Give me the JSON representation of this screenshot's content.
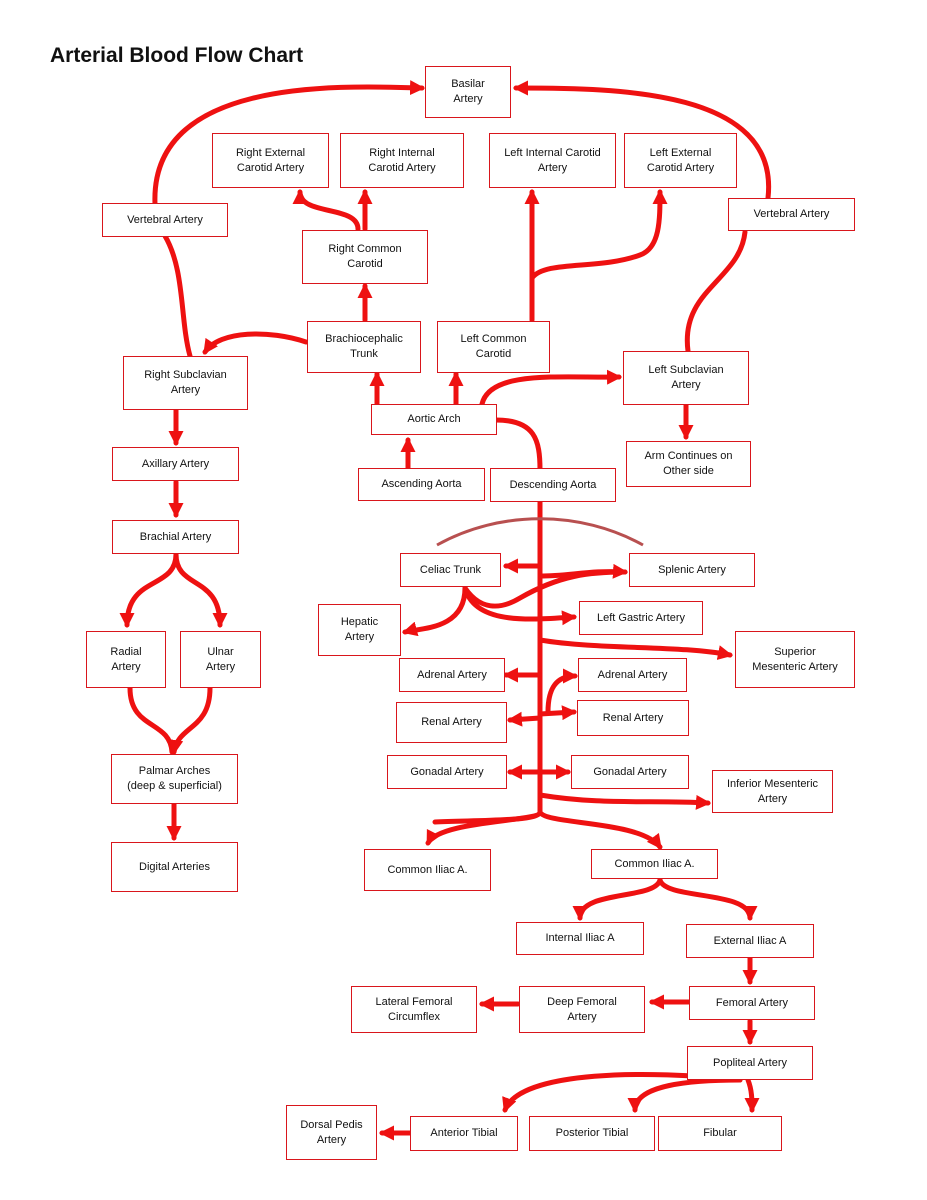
{
  "title": "Arterial Blood Flow Chart",
  "colors": {
    "arrow": "#ee1111",
    "box_border": "#d9161c",
    "arc": "#b85050"
  },
  "nodes": {
    "basilar": "Basilar\nArtery",
    "r_ext_carotid": "Right External\nCarotid Artery",
    "r_int_carotid": "Right Internal\nCarotid Artery",
    "l_int_carotid": "Left Internal Carotid\nArtery",
    "l_ext_carotid": "Left External\nCarotid Artery",
    "vertebral_left_box": "Vertebral Artery",
    "vertebral_right_box": "Vertebral Artery",
    "r_common_carotid": "Right Common\nCarotid",
    "brachiocephalic": "Brachiocephalic\nTrunk",
    "l_common_carotid": "Left Common\nCarotid",
    "r_subclavian": "Right Subclavian\nArtery",
    "l_subclavian": "Left Subclavian\nArtery",
    "aortic_arch": "Aortic Arch",
    "arm_continues": "Arm Continues on\nOther side",
    "axillary": "Axillary Artery",
    "ascending_aorta": "Ascending Aorta",
    "descending_aorta": "Descending Aorta",
    "brachial": "Brachial Artery",
    "celiac": "Celiac Trunk",
    "splenic": "Splenic Artery",
    "hepatic": "Hepatic\nArtery",
    "left_gastric": "Left Gastric Artery",
    "radial": "Radial\nArtery",
    "ulnar": "Ulnar\nArtery",
    "sup_mesenteric": "Superior\nMesenteric Artery",
    "adrenal_l": "Adrenal Artery",
    "adrenal_r": "Adrenal Artery",
    "renal_l": "Renal Artery",
    "renal_r": "Renal Artery",
    "palmar": "Palmar Arches\n(deep & superficial)",
    "gonadal_l": "Gonadal Artery",
    "gonadal_r": "Gonadal Artery",
    "inf_mesenteric": "Inferior Mesenteric\nArtery",
    "digital": "Digital Arteries",
    "common_iliac_l": "Common Iliac A.",
    "common_iliac_r": "Common Iliac A.",
    "internal_iliac": "Internal Iliac A",
    "external_iliac": "External Iliac A",
    "lat_fem_circ": "Lateral Femoral\nCircumflex",
    "deep_femoral": "Deep Femoral\nArtery",
    "femoral": "Femoral Artery",
    "popliteal": "Popliteal Artery",
    "dorsal_pedis": "Dorsal Pedis\nArtery",
    "anterior_tibial": "Anterior Tibial",
    "posterior_tibial": "Posterior Tibial",
    "fibular": "Fibular"
  }
}
